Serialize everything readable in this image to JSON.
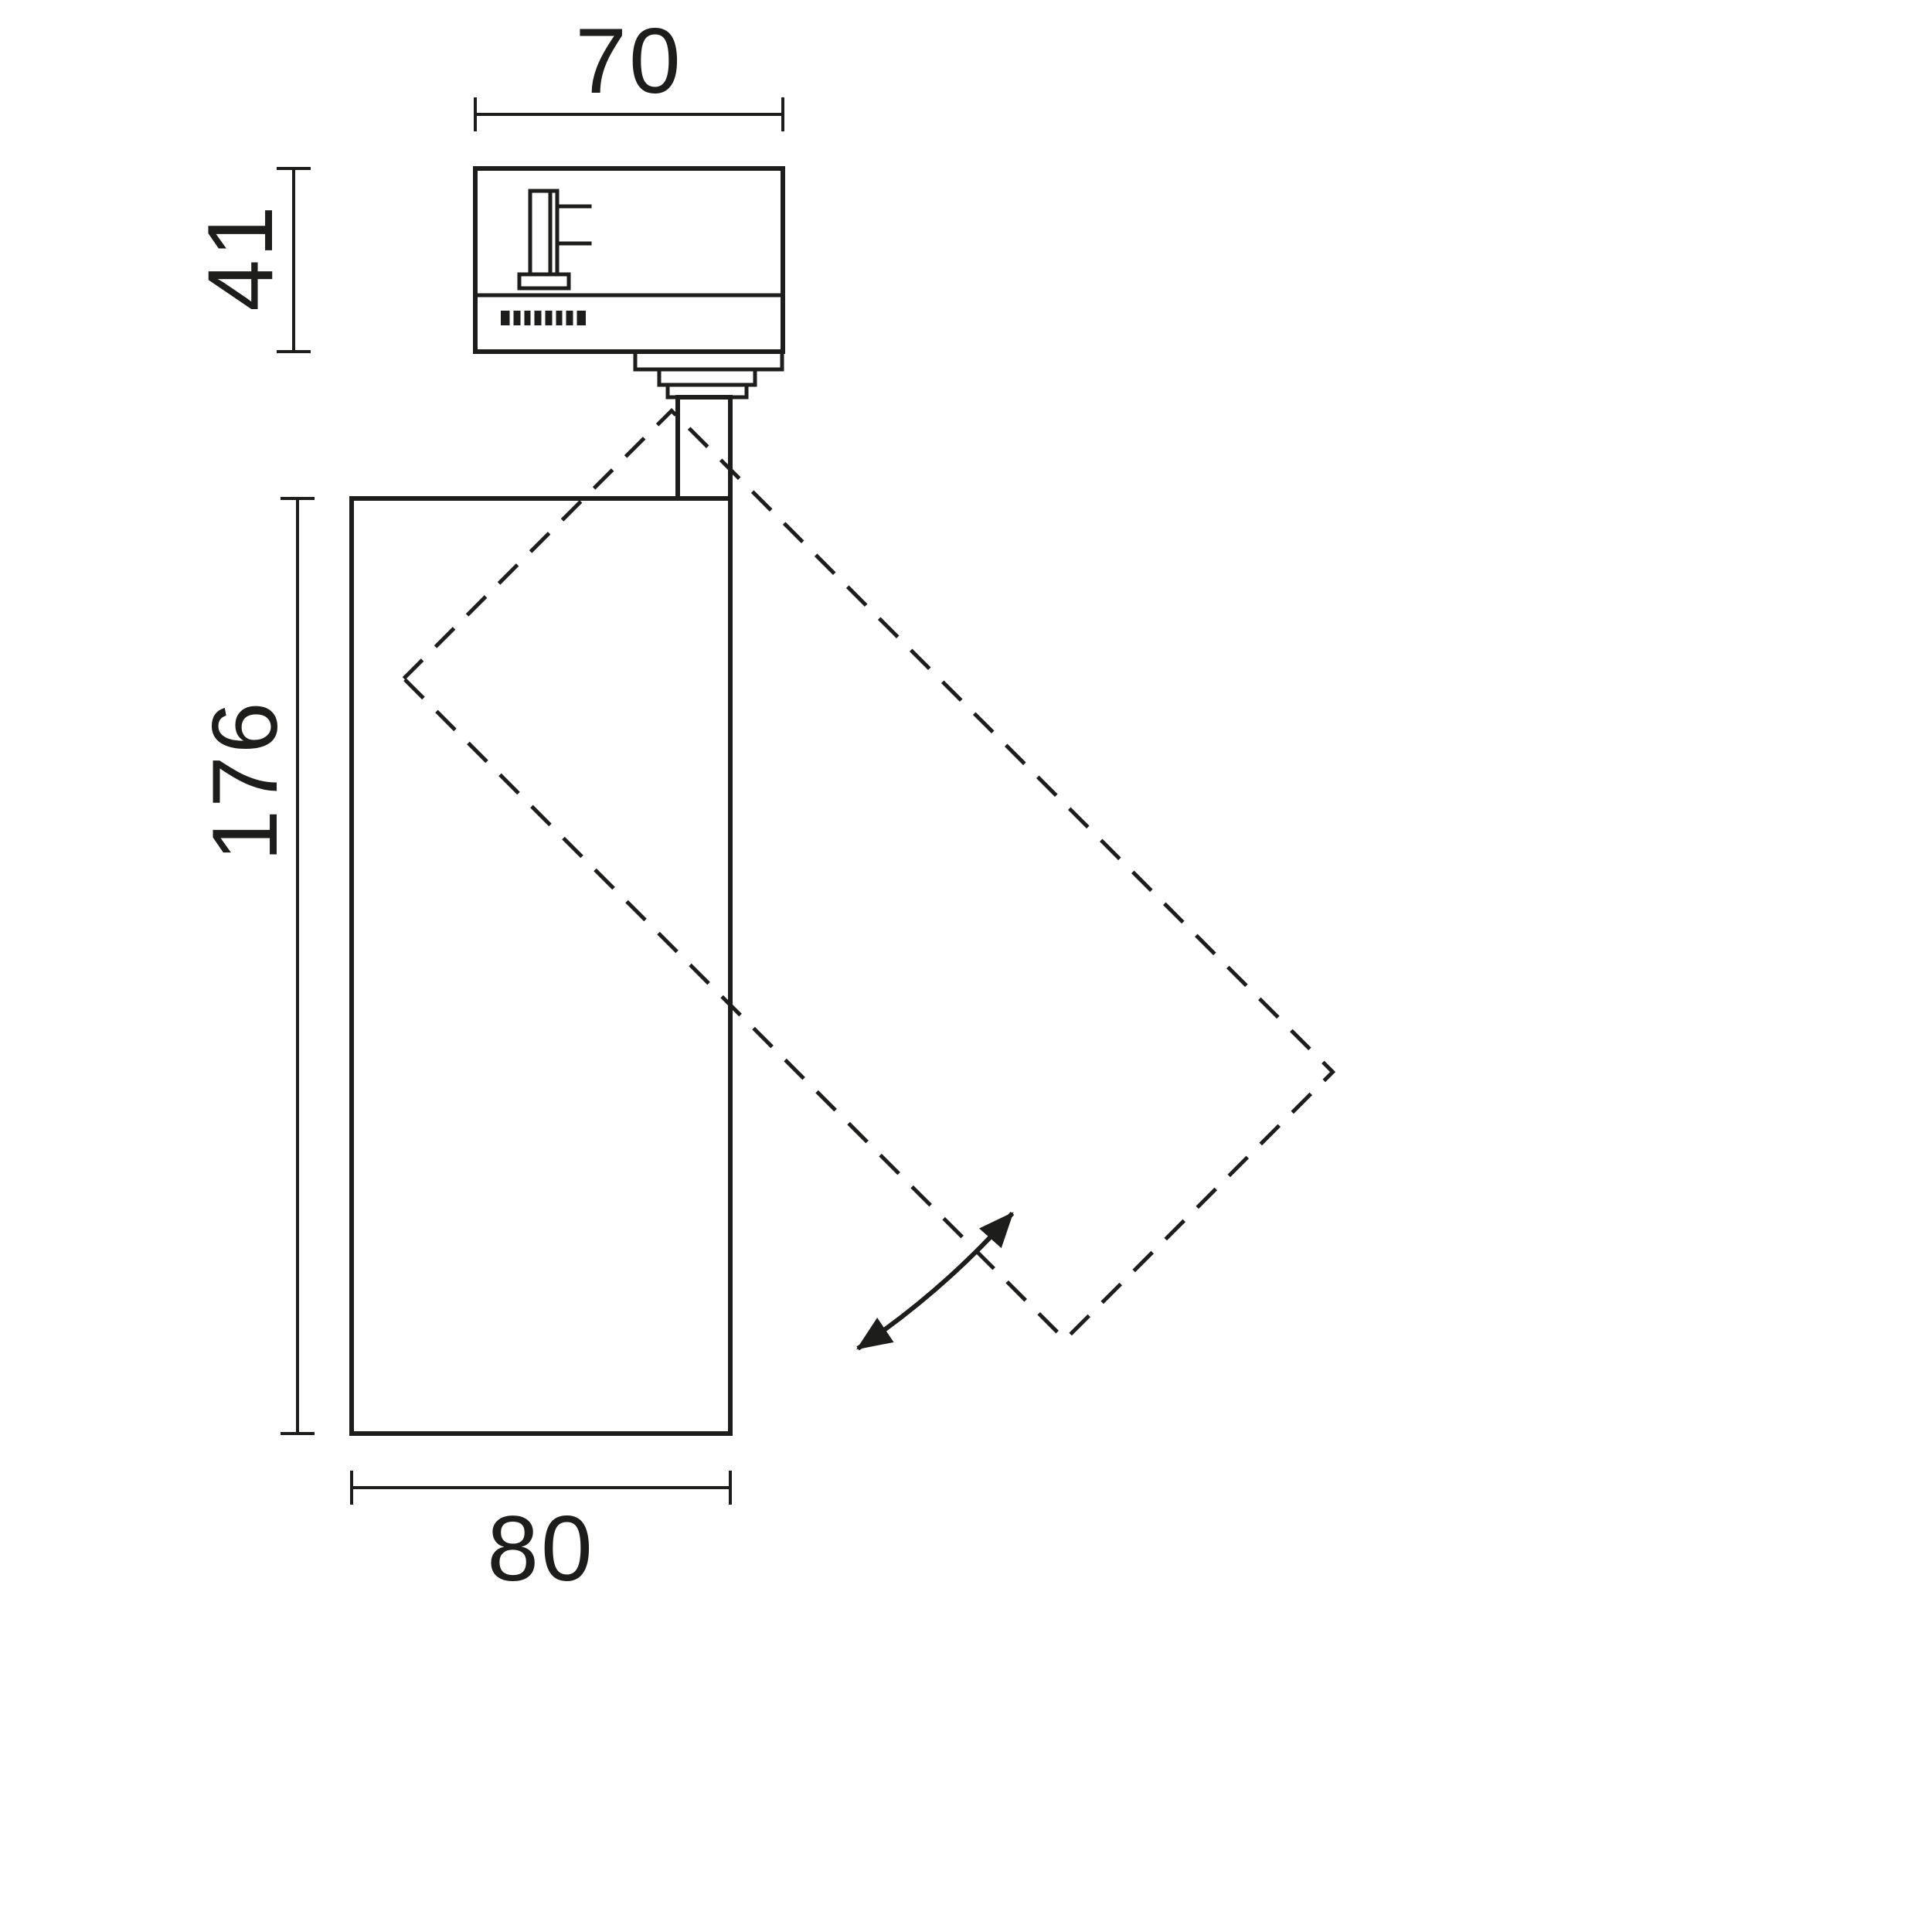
{
  "diagram": {
    "dimension_labels": {
      "adapter_width": "70",
      "adapter_height": "41",
      "body_length": "176",
      "body_width": "80"
    },
    "colors": {
      "line": "#1d1d1b",
      "background": "#ffffff"
    },
    "icons": {
      "rotation_arrow": "curved-double-headed-arrow"
    }
  }
}
